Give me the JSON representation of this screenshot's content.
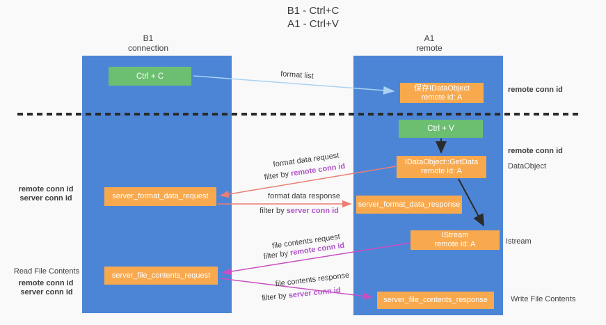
{
  "title": {
    "line1": "B1 - Ctrl+C",
    "line2": "A1 - Ctrl+V"
  },
  "lifelines": {
    "b1": {
      "name": "B1",
      "role": "connection"
    },
    "a1": {
      "name": "A1",
      "role": "remote"
    }
  },
  "nodes": {
    "ctrl_c": {
      "label": "Ctrl + C"
    },
    "save_idataobject": {
      "line1": "保存IDataObject",
      "line2": "remote id: A"
    },
    "ctrl_v": {
      "label": "Ctrl + V"
    },
    "getdata": {
      "line1": "IDataObject::GetData",
      "line2": "remote id: A"
    },
    "istream": {
      "line1": "IStream",
      "line2": "remote id: A"
    },
    "format_request": {
      "label": "server_format_data_request"
    },
    "format_response": {
      "label": "server_format_data_response"
    },
    "file_request": {
      "label": "server_file_contents_request"
    },
    "file_response": {
      "label": "server_file_contents_response"
    }
  },
  "edges": {
    "format_list": {
      "label": "format list"
    },
    "format_data_request": {
      "label": "format data request",
      "filter_prefix": "filter by ",
      "filter_key": "remote conn id"
    },
    "format_data_response": {
      "label": "format data response",
      "filter_prefix": "filter by ",
      "filter_key": "server conn id"
    },
    "file_contents_request": {
      "label": "file contents request",
      "filter_prefix": "filter by ",
      "filter_key": "remote conn id"
    },
    "file_contents_response": {
      "label": "file contents response",
      "filter_prefix": "filter by ",
      "filter_key": "server conn id"
    }
  },
  "side_labels": {
    "right_remote_conn_top": "remote conn id",
    "right_remote_conn_mid": "remote conn id",
    "right_dataobject": "DataObject",
    "right_istream": "Istream",
    "right_write_file": "Write File Contents",
    "left_remote_conn_1": "remote conn id",
    "left_server_conn_1": "server conn id",
    "left_read_file": "Read File Contents",
    "left_remote_conn_2": "remote conn id",
    "left_server_conn_2": "server conn id"
  },
  "colors": {
    "column_blue": "#4d85d6",
    "box_green": "#6cbe70",
    "box_orange": "#f8a94e",
    "arrow_light_blue": "#a9d2f3",
    "arrow_red": "#ec7e73",
    "arrow_magenta": "#ca4ec2",
    "arrow_black": "#2b2b2b",
    "text_purple": "#b053c9",
    "text_green": "#5fbd68"
  }
}
